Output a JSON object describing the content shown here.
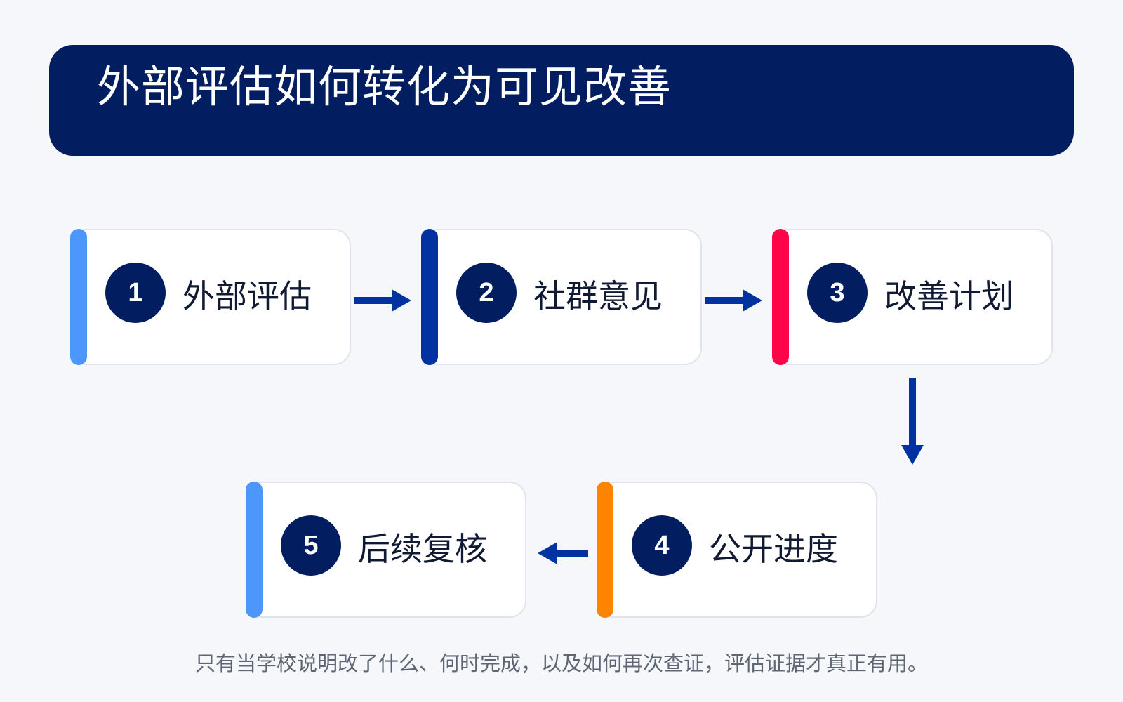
{
  "header": {
    "title": "外部评估如何转化为可见改善"
  },
  "steps": [
    {
      "number": "1",
      "label": "外部评估",
      "accent_color": "#4d96fb"
    },
    {
      "number": "2",
      "label": "社群意见",
      "accent_color": "#0232a0"
    },
    {
      "number": "3",
      "label": "改善计划",
      "accent_color": "#fe0548"
    },
    {
      "number": "4",
      "label": "公开进度",
      "accent_color": "#fe8400"
    },
    {
      "number": "5",
      "label": "后续复核",
      "accent_color": "#4d96fb"
    }
  ],
  "colors": {
    "header_bg": "#031e60",
    "badge_bg": "#031e60",
    "arrow": "#0232a0",
    "page_bg": "#f5f7fb"
  },
  "caption": "只有当学校说明改了什么、何时完成，以及如何再次查证，评估证据才真正有用。"
}
